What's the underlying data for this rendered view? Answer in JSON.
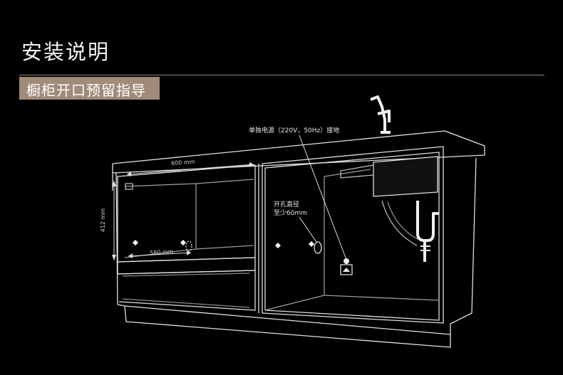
{
  "header": {
    "title": "安装说明",
    "section_badge": "橱柜开口预留指导"
  },
  "diagram": {
    "power_label": "单独电源（220V，50Hz）接地",
    "hole_label_line1": "开孔直径",
    "hole_label_line2": "至少60mm",
    "width_top": "600 mm",
    "width_bottom": "580 mm",
    "height_side": "412 mm"
  },
  "colors": {
    "background": "#000000",
    "badge": "#a08a78",
    "line": "#e0e0e0"
  }
}
